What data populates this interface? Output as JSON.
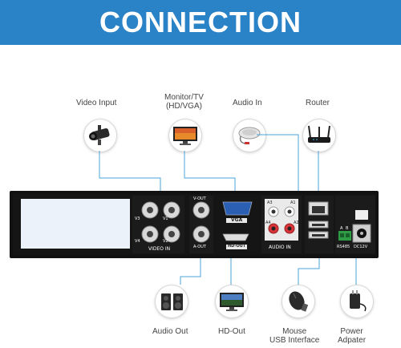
{
  "header": {
    "title": "CONNECTION"
  },
  "top_labels": {
    "video_input": "Video Input",
    "monitor_line1": "Monitor/TV",
    "monitor_line2": "(HD/VGA)",
    "audio_in": "Audio In",
    "router": "Router"
  },
  "bottom_labels": {
    "audio_out": "Audio Out",
    "hd_out": "HD-Out",
    "mouse_line1": "Mouse",
    "mouse_line2": "USB Interface",
    "power_line1": "Power",
    "power_line2": "Adpater"
  },
  "panel": {
    "video_in": "VIDEO IN",
    "v1": "V1",
    "v2": "V2",
    "v3": "V3",
    "v4": "V4",
    "v_out": "V-OUT",
    "a_out": "A-OUT",
    "vga": "VGA",
    "hd_out": "HD-OUT",
    "audio_in": "AUDIO IN",
    "a1": "A1",
    "a2": "A2",
    "a3": "A3",
    "a4": "A4",
    "rs485": "RS485",
    "dc12v": "DC12V",
    "a": "A",
    "b": "B"
  },
  "colors": {
    "banner": "#2a82c7",
    "wire": "#4aa3d8"
  }
}
